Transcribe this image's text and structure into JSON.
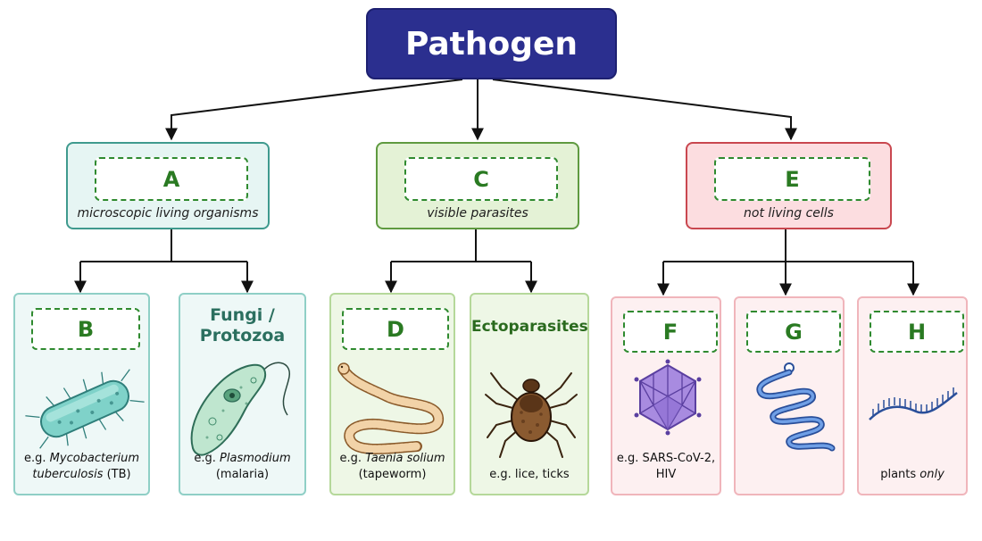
{
  "root": {
    "label": "Pathogen"
  },
  "categories": [
    {
      "slot": "A",
      "description": "microscopic living organisms",
      "color": "#3f9a8e"
    },
    {
      "slot": "C",
      "description": "visible parasites",
      "color": "#5f9a40"
    },
    {
      "slot": "E",
      "description": "not living cells",
      "color": "#c9474f"
    }
  ],
  "leaves": {
    "b": {
      "slot": "B",
      "example_prefix": "e.g. ",
      "example_name_1": "Mycobacterium",
      "example_name_2": "tuberculosis",
      "example_suffix": " (TB)",
      "icon": "bacterium-icon"
    },
    "fungi": {
      "title_1": "Fungi /",
      "title_2": "Protozoa",
      "example_prefix": "e.g. ",
      "example_name": "Plasmodium",
      "example_line2": "(malaria)",
      "icon": "protozoan-icon"
    },
    "d": {
      "slot": "D",
      "example_prefix": "e.g. ",
      "example_name": "Taenia solium",
      "example_line2": "(tapeworm)",
      "icon": "tapeworm-icon"
    },
    "ecto": {
      "title": "Ectoparasites",
      "example": "e.g. lice, ticks",
      "icon": "tick-icon"
    },
    "f": {
      "slot": "F",
      "example_line1": "e.g. SARS-CoV-2,",
      "example_line2": "HIV",
      "icon": "virus-icon"
    },
    "g": {
      "slot": "G",
      "icon": "protein-icon"
    },
    "h": {
      "slot": "H",
      "example_prefix": "plants ",
      "example_emph": "only",
      "icon": "rna-strand-icon"
    }
  },
  "colors": {
    "root_fill": "#2b2f8f",
    "slot_text": "#2a7a22",
    "connector": "#111111"
  }
}
